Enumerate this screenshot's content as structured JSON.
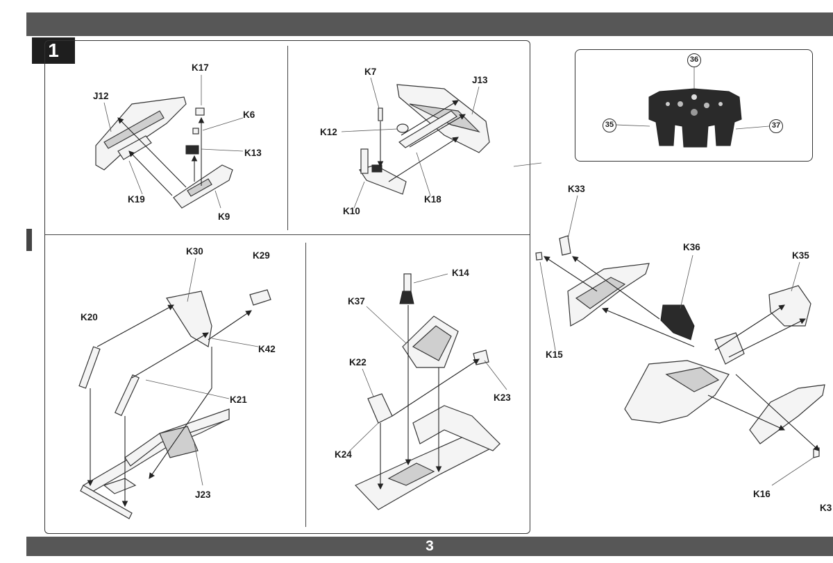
{
  "page": {
    "number": "3",
    "step": "1"
  },
  "panels": {
    "top_left": {
      "labels": [
        "K17",
        "J12",
        "K6",
        "K13",
        "K19",
        "K9"
      ]
    },
    "top_right": {
      "labels": [
        "K7",
        "J13",
        "K12",
        "K18",
        "K10"
      ]
    },
    "bottom_left": {
      "labels": [
        "K30",
        "K29",
        "K20",
        "K42",
        "K21",
        "J23"
      ]
    },
    "bottom_mid": {
      "labels": [
        "K14",
        "K37",
        "K22",
        "K23",
        "K24"
      ]
    },
    "instrument_panel": {
      "decals": [
        "36",
        "35",
        "37"
      ]
    },
    "right_assembly": {
      "labels": [
        "K33",
        "K36",
        "K35",
        "K15",
        "K16",
        "K3"
      ]
    }
  }
}
